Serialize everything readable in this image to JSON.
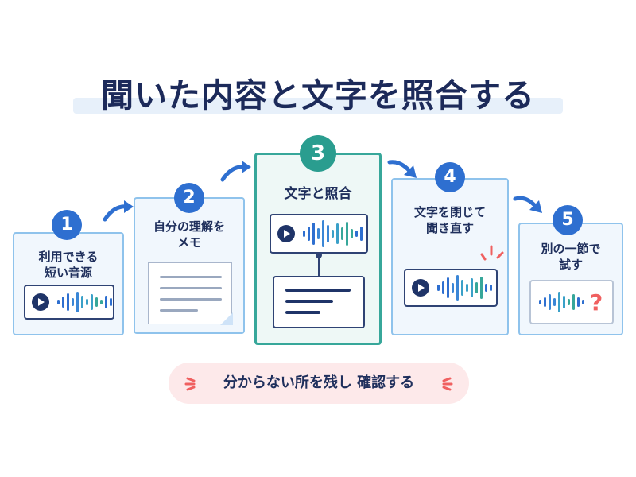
{
  "title": "聞いた内容と文字を照合する",
  "steps": [
    {
      "number": "1",
      "label_lines": [
        "利用できる",
        "短い音源"
      ]
    },
    {
      "number": "2",
      "label_lines": [
        "自分の理解を",
        "メモ"
      ]
    },
    {
      "number": "3",
      "label_lines": [
        "文字と照合"
      ]
    },
    {
      "number": "4",
      "label_lines": [
        "文字を閉じて",
        "聞き直す"
      ]
    },
    {
      "number": "5",
      "label_lines": [
        "別の一節で",
        "試す"
      ]
    }
  ],
  "question_mark": "?",
  "bottom_note": "分からない所を残し  確認する",
  "colors": {
    "title": "#1c2a5a",
    "card_border": "#8fc3ec",
    "card_bg": "#f1f7fd",
    "active_border": "#37a79a",
    "badge": "#2e6fd0",
    "badge_active": "#2a9d8f",
    "arrow": "#2e6fd0",
    "accent_red": "#f06060",
    "pill_bg": "#fde9ea"
  }
}
